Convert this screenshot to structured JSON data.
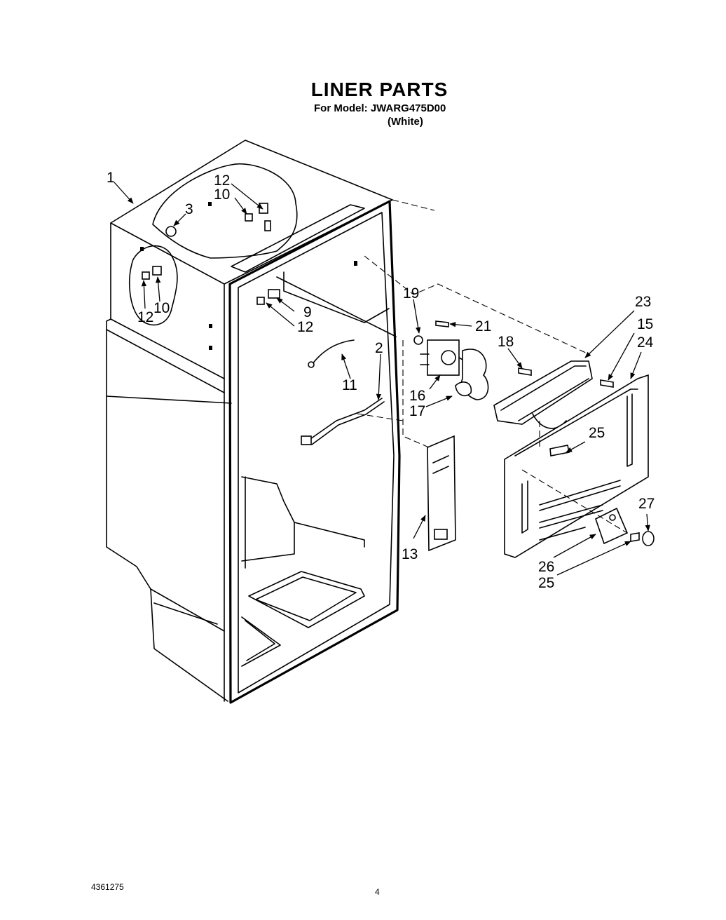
{
  "header": {
    "title": "LINER PARTS",
    "model_line": "For Model: JWARG475D00",
    "variant": "(White)"
  },
  "callouts": [
    {
      "id": "c1",
      "label": "1"
    },
    {
      "id": "c12a",
      "label": "12"
    },
    {
      "id": "c10a",
      "label": "10"
    },
    {
      "id": "c3",
      "label": "3"
    },
    {
      "id": "c12b",
      "label": "12"
    },
    {
      "id": "c10b",
      "label": "10"
    },
    {
      "id": "c9",
      "label": "9"
    },
    {
      "id": "c12c",
      "label": "12"
    },
    {
      "id": "c11",
      "label": "11"
    },
    {
      "id": "c2",
      "label": "2"
    },
    {
      "id": "c19",
      "label": "19"
    },
    {
      "id": "c21",
      "label": "21"
    },
    {
      "id": "c18",
      "label": "18"
    },
    {
      "id": "c16",
      "label": "16"
    },
    {
      "id": "c17",
      "label": "17"
    },
    {
      "id": "c23",
      "label": "23"
    },
    {
      "id": "c15",
      "label": "15"
    },
    {
      "id": "c24",
      "label": "24"
    },
    {
      "id": "c25a",
      "label": "25"
    },
    {
      "id": "c13",
      "label": "13"
    },
    {
      "id": "c27",
      "label": "27"
    },
    {
      "id": "c26",
      "label": "26"
    },
    {
      "id": "c25b",
      "label": "25"
    }
  ],
  "footer": {
    "document_number": "4361275",
    "page_number": "4"
  }
}
